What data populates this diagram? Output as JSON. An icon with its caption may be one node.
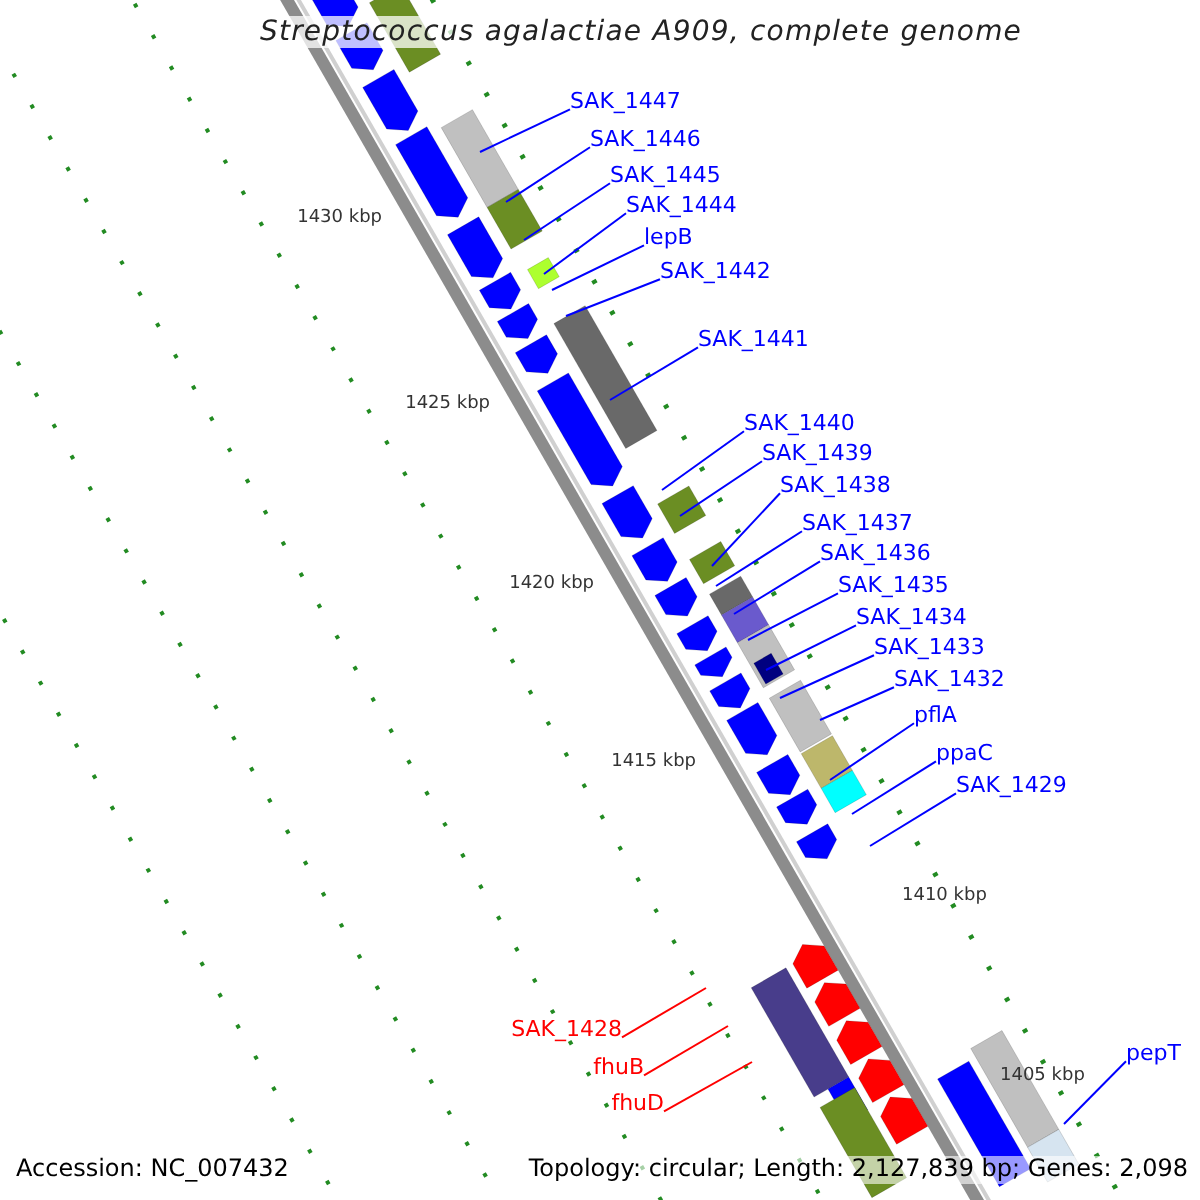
{
  "diagram": {
    "title": "Streptococcus agalactiae A909, complete genome",
    "nodes": [
      {
        "text": [
          "SAK_1447"
        ]
      },
      {
        "text": [
          "SAK_1446"
        ]
      },
      {
        "text": [
          "SAK_1445"
        ]
      },
      {
        "text": [
          "SAK_1444"
        ]
      },
      {
        "text": [
          "lepB"
        ]
      },
      {
        "text": [
          "SAK_1442"
        ]
      },
      {
        "text": [
          "SAK_1441"
        ]
      },
      {
        "text": [
          "SAK_1440"
        ]
      },
      {
        "text": [
          "SAK_1439"
        ]
      },
      {
        "text": [
          "SAK_1438"
        ]
      },
      {
        "text": [
          "SAK_1437"
        ]
      },
      {
        "text": [
          "SAK_1436"
        ]
      },
      {
        "text": [
          "SAK_1435"
        ]
      },
      {
        "text": [
          "SAK_1434"
        ]
      },
      {
        "text": [
          "SAK_1433"
        ]
      },
      {
        "text": [
          "SAK_1432"
        ]
      },
      {
        "text": [
          "pflA"
        ]
      },
      {
        "text": [
          "ppaC"
        ]
      },
      {
        "text": [
          "SAK_1429"
        ]
      },
      {
        "text": [
          "SAK_1428"
        ]
      },
      {
        "text": [
          "fhuB"
        ]
      },
      {
        "text": [
          "fhuD"
        ]
      },
      {
        "text": [
          "pepT"
        ]
      }
    ],
    "edges": [
      {
        "from": 0,
        "to": null,
        "arrow": "none"
      },
      {
        "from": 1,
        "to": null,
        "arrow": "none"
      },
      {
        "from": 2,
        "to": null,
        "arrow": "none"
      },
      {
        "from": 3,
        "to": null,
        "arrow": "none"
      },
      {
        "from": 4,
        "to": null,
        "arrow": "none"
      },
      {
        "from": 5,
        "to": null,
        "arrow": "none"
      },
      {
        "from": 6,
        "to": null,
        "arrow": "none"
      },
      {
        "from": 7,
        "to": null,
        "arrow": "none"
      },
      {
        "from": 8,
        "to": null,
        "arrow": "none"
      },
      {
        "from": 9,
        "to": null,
        "arrow": "none"
      },
      {
        "from": 10,
        "to": null,
        "arrow": "none"
      },
      {
        "from": 11,
        "to": null,
        "arrow": "none"
      },
      {
        "from": 12,
        "to": null,
        "arrow": "none"
      },
      {
        "from": 13,
        "to": null,
        "arrow": "none"
      },
      {
        "from": 14,
        "to": null,
        "arrow": "none"
      },
      {
        "from": 15,
        "to": null,
        "arrow": "none"
      },
      {
        "from": 16,
        "to": null,
        "arrow": "none"
      },
      {
        "from": 17,
        "to": null,
        "arrow": "none"
      },
      {
        "from": 18,
        "to": null,
        "arrow": "none"
      },
      {
        "from": 19,
        "to": null,
        "arrow": "none",
        "color": "#ff0000"
      },
      {
        "from": 20,
        "to": null,
        "arrow": "none",
        "color": "#ff0000"
      },
      {
        "from": 21,
        "to": null,
        "arrow": "none",
        "color": "#ff0000"
      },
      {
        "from": 22,
        "to": null,
        "arrow": "none"
      }
    ],
    "labels": [
      "1430 kbp",
      "1425 kbp",
      "1420 kbp",
      "1415 kbp",
      "1410 kbp",
      "1405 kbp",
      "Accession: NC_007432",
      "Topology: circular; Length: 2,127,839 bp; Genes: 2,098"
    ]
  }
}
